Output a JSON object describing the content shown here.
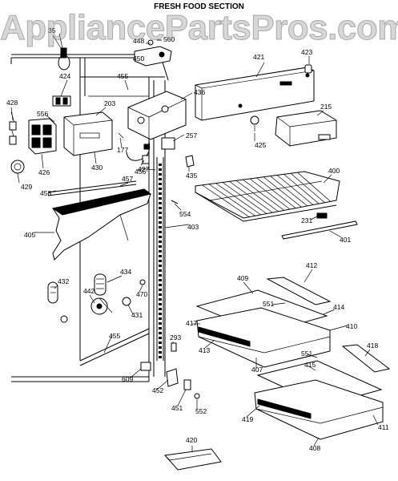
{
  "header": {
    "section_title": "FRESH FOOD SECTION"
  },
  "watermark": {
    "text": "AppliancePartsPros.com"
  },
  "callouts": {
    "c35": "35",
    "c448": "448",
    "c560": "560",
    "c450": "450",
    "c421": "421",
    "c423": "423",
    "c424": "424",
    "c455a": "455",
    "c428": "428",
    "c556": "556",
    "c203": "203",
    "c436": "436",
    "c215": "215",
    "c425": "425",
    "c257": "257",
    "c177": "177",
    "c427": "427",
    "c426": "426",
    "c430": "430",
    "c456": "456",
    "c435": "435",
    "c400": "400",
    "c429": "429",
    "c457": "457",
    "c458": "458",
    "c554": "554",
    "c403": "403",
    "c231": "231",
    "c405": "405",
    "c401": "401",
    "c412": "412",
    "c434": "434",
    "c409": "409",
    "c432": "432",
    "c442": "442",
    "c470": "470",
    "c551a": "551",
    "c414": "414",
    "c417": "417",
    "c431": "431",
    "c410": "410",
    "c455b": "455",
    "c293": "293",
    "c413": "413",
    "c407": "407",
    "c551b": "551",
    "c418": "418",
    "c609": "609",
    "c415": "415",
    "c452": "452",
    "c451": "451",
    "c552": "552",
    "c419": "419",
    "c411": "411",
    "c408": "408",
    "c420": "420"
  }
}
